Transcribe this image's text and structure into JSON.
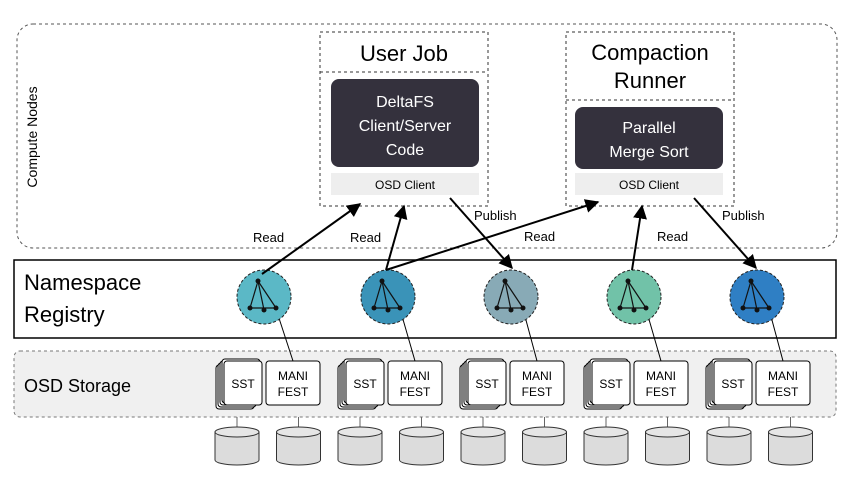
{
  "compute_nodes": {
    "label": "Compute Nodes"
  },
  "user_job": {
    "title": "User Job",
    "code_box": {
      "line1": "DeltaFS",
      "line2": "Client/Server",
      "line3": "Code"
    },
    "osd_client": "OSD Client"
  },
  "compaction_runner": {
    "title_line1": "Compaction",
    "title_line2": "Runner",
    "merge_box": {
      "line1": "Parallel",
      "line2": "Merge Sort"
    },
    "osd_client": "OSD Client"
  },
  "namespace_registry": {
    "line1": "Namespace",
    "line2": "Registry"
  },
  "osd_storage": {
    "label": "OSD Storage"
  },
  "arrow_labels": {
    "read_1": "Read",
    "read_2": "Read",
    "read_3": "Read",
    "read_4": "Read",
    "publish_1": "Publish",
    "publish_2": "Publish"
  },
  "storage_groups": [
    {
      "sst": "SST",
      "manifest_line1": "MANI",
      "manifest_line2": "FEST"
    },
    {
      "sst": "SST",
      "manifest_line1": "MANI",
      "manifest_line2": "FEST"
    },
    {
      "sst": "SST",
      "manifest_line1": "MANI",
      "manifest_line2": "FEST"
    },
    {
      "sst": "SST",
      "manifest_line1": "MANI",
      "manifest_line2": "FEST"
    },
    {
      "sst": "SST",
      "manifest_line1": "MANI",
      "manifest_line2": "FEST"
    }
  ],
  "colors": {
    "dark_box": "#34313d",
    "osd_client_bg": "#eeeeee",
    "storage_bg": "#f0f0f0",
    "node_fills": [
      "#5bb8c6",
      "#3a93b8",
      "#88aab6",
      "#71c2a8",
      "#2f7fc4"
    ]
  }
}
